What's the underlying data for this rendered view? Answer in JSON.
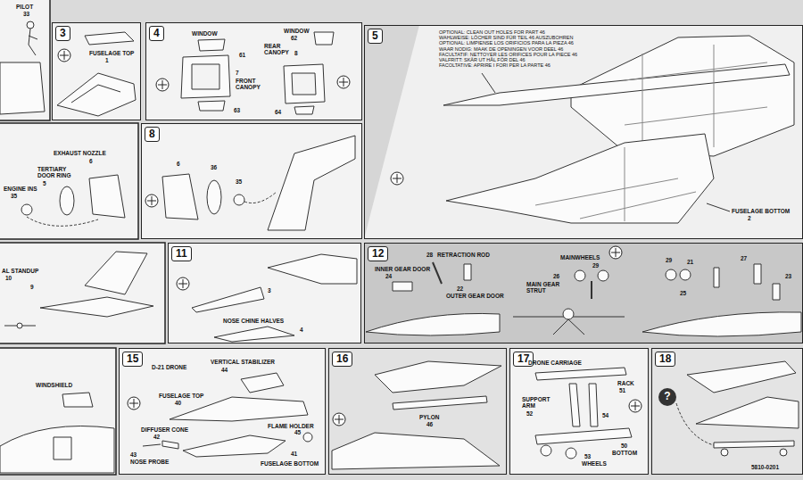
{
  "diagram": {
    "nodes": [
      {
        "text": [
          "3"
        ]
      },
      {
        "text": [
          "4"
        ]
      },
      {
        "text": [
          "5"
        ]
      },
      {
        "text": [
          "8"
        ]
      },
      {
        "text": [
          "11"
        ]
      },
      {
        "text": [
          "12"
        ]
      },
      {
        "text": [
          "15"
        ]
      },
      {
        "text": [
          "16"
        ]
      },
      {
        "text": [
          "17"
        ]
      },
      {
        "text": [
          "18"
        ]
      }
    ],
    "labels": [
      "PILOT",
      "33",
      "FUSELAGE TOP",
      "1",
      "WINDOW",
      "61",
      "7",
      "FRONT CANOPY",
      "63",
      "WINDOW",
      "62",
      "REAR CANOPY",
      "8",
      "64",
      "OPTIONAL: CLEAN OUT HOLES FOR PART 46",
      "WAHLWEISE: LÖCHER SIND FÜR TEIL 46 AUSZUBOHREN",
      "OPTIONAL: LIMPIENSE LOS ORIFICIOS PARA LA PIEZA 46",
      "WAAR NODIG: MAAK DE OPENINGEN VOOR DEEL 46",
      "FACULTATIF: NETTOYER LES ORIFICES POUR LA PIECE 46",
      "VALFRITT: SKÄR UT HÅL FÖR DEL 46",
      "FACOLTATIVE: APRIRE I FORI PER LA PARTE 46",
      "FUSELAGE BOTTOM",
      "2",
      "EXHAUST NOZZLE",
      "6",
      "TERTIARY DOOR RING",
      "5",
      "ENGINE INS",
      "35",
      "6",
      "36",
      "35",
      "AL STANDUP",
      "10",
      "9",
      "3",
      "NOSE CHINE HALVES",
      "4",
      "28",
      "RETRACTION ROD",
      "INNER GEAR DOOR",
      "24",
      "22",
      "OUTER GEAR DOOR",
      "MAINWHEELS",
      "29",
      "26",
      "MAIN GEAR STRUT",
      "29",
      "21",
      "27",
      "23",
      "25",
      "WINDSHIELD",
      "D-21 DRONE",
      "VERTICAL STABILIZER",
      "44",
      "FUSELAGE TOP",
      "40",
      "DIFFUSER CONE",
      "42",
      "FLAME HOLDER",
      "45",
      "43",
      "NOSE PROBE",
      "41",
      "FUSELAGE BOTTOM",
      "PYLON",
      "46",
      "DRONE CARRIAGE",
      "RACK",
      "51",
      "SUPPORT ARM",
      "52",
      "54",
      "50",
      "BOTTOM",
      "53",
      "WHEELS",
      "?",
      "5810-0201"
    ]
  }
}
